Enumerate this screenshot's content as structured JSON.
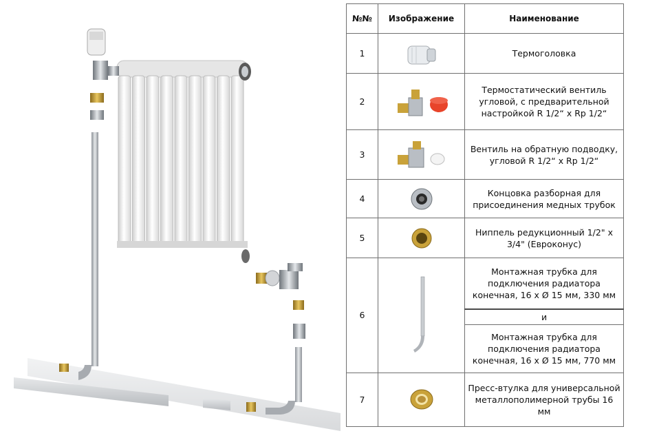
{
  "table": {
    "headers": {
      "num": "№№",
      "image": "Изображение",
      "name": "Наименование"
    },
    "rows": [
      {
        "num": "1",
        "name": "Термоголовка",
        "icon": "thermostatic-head-icon"
      },
      {
        "num": "2",
        "name": "Термостатический вентиль угловой, с предварительной настройкой R 1/2“ x Rp 1/2“",
        "icon": "thermostatic-valve-icon"
      },
      {
        "num": "3",
        "name": "Вентиль на обратную подводку, угловой R 1/2“ x Rp 1/2“",
        "icon": "return-valve-icon"
      },
      {
        "num": "4",
        "name": "Концовка разборная для присоединения медных трубок",
        "icon": "compression-fitting-icon"
      },
      {
        "num": "5",
        "name": "Ниппель редукционный 1/2\" x 3/4\" (Евроконус)",
        "icon": "reduction-nipple-icon"
      },
      {
        "num": "6",
        "name_a": "Монтажная трубка для подключения радиатора конечная, 16 x Ø 15 мм, 330 мм",
        "joiner": "и",
        "name_b": "Монтажная трубка для подключения радиатора конечная, 16 x Ø 15 мм, 770 мм",
        "icon": "mounting-tube-icon"
      },
      {
        "num": "7",
        "name": "Пресс-втулка для универсальной металлополимерной трубы 16 мм",
        "icon": "press-sleeve-icon"
      }
    ]
  },
  "colors": {
    "brass": "#c9a23a",
    "chrome": "#b9bec4",
    "radiator": "#f2f2f2",
    "valve_cap": "#e8442a"
  }
}
